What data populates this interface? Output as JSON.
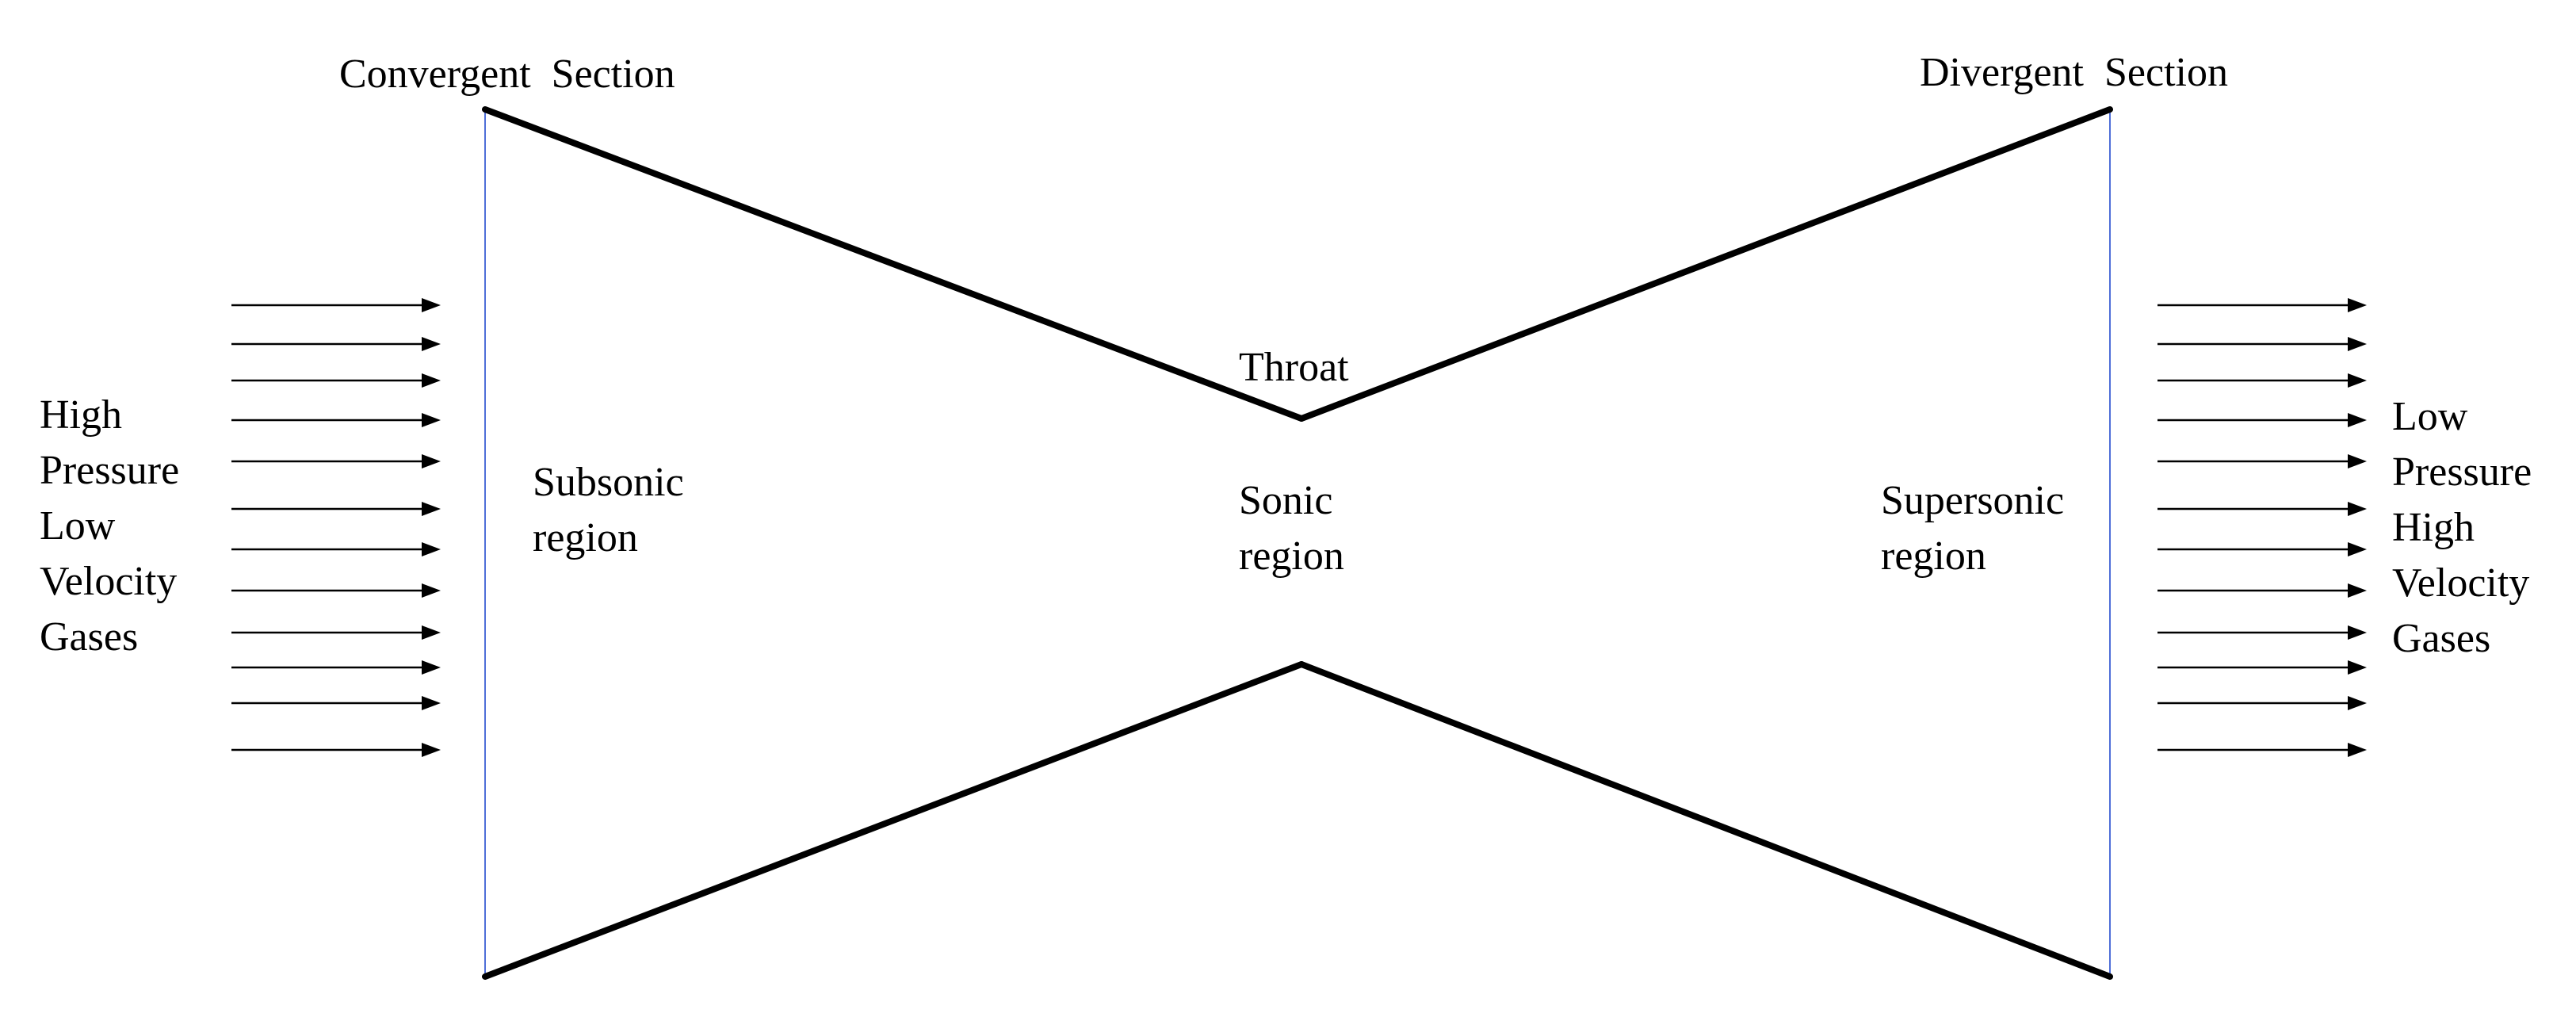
{
  "sections": {
    "convergent": "Convergent  Section",
    "divergent": "Divergent  Section"
  },
  "throat": "Throat",
  "regions": {
    "subsonic": [
      "Subsonic",
      "region"
    ],
    "sonic": [
      "Sonic",
      "region"
    ],
    "supersonic": [
      "Supersonic",
      "region"
    ]
  },
  "inlet_description": [
    "High",
    "Pressure",
    "Low",
    "Velocity",
    "Gases"
  ],
  "outlet_description": [
    "Low",
    "Pressure",
    "High",
    "Velocity",
    "Gases"
  ],
  "colors": {
    "wall": "#000000",
    "boundary_line": "#4f6fd8",
    "arrows": "#000000"
  }
}
